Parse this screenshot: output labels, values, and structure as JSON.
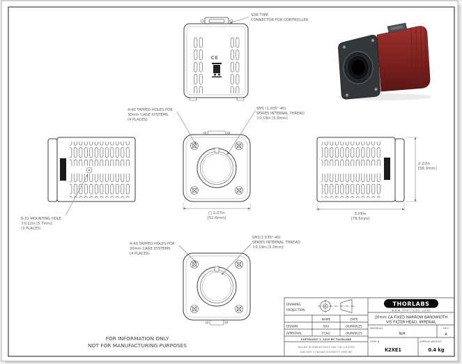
{
  "sheet": {
    "info_note_l1": "FOR INFORMATION ONLY",
    "info_note_l2": "NOT FOR MANUFACTURING PURPOSES",
    "ce_mark": "CE"
  },
  "callouts": {
    "sdr_l1": "SDR TYPE",
    "sdr_l2": "CONNECTOR FOR CONTROLLER",
    "cage_front_l1": "4-40 TAPPED HOLES FOR",
    "cage_front_l2": "30mm CAGE SYSTEMS",
    "cage_front_l3": "(4 PLACES)",
    "sm1_front_l1": "SM1 (1.035\"-40)",
    "sm1_front_l2": "SERIES INTERNAL THREAD",
    "sm1_front_l3": "↧0.19in [5.0mm]",
    "mount_l1": "8-32 MOUNTING HOLE",
    "mount_l2": "↧0.22in [5.7mm]",
    "mount_l3": "(3 PLACES)",
    "cage_bottom_l1": "4-40 TAPPED HOLES FOR",
    "cage_bottom_l2": "30mm CAGE SYSTEMS",
    "cage_bottom_l3": "(4 PLACES)",
    "sm1_bottom_l1": "SM1(1.035\"-40)",
    "sm1_bottom_l2": "SERIES INTERNAL THREAD",
    "sm1_bottom_l3": "↧0.19in [5.0mm]"
  },
  "dimensions": {
    "front_width_in": "□ 2.07in",
    "front_width_mm": "[52.6mm]",
    "height_in": "2.22in",
    "height_mm": "[56.3mm]",
    "depth_in": "3.09in",
    "depth_mm": "[78.5mm]"
  },
  "title_block": {
    "projection_l1": "DRAWING",
    "projection_l2": "PROJECTION",
    "name_header": "NAME",
    "date_header": "DATE",
    "drawn_label": "DRAWN",
    "drawn_name": "SXU",
    "drawn_date": "06/MAR/25",
    "approval_label": "APPROVAL",
    "approval_name": "FCAO",
    "approval_date": "06/MAR/25",
    "copyright": "COPYRIGHT © 2025 BY THORLABS",
    "disclaimer_l1": "VALUES IN PARENTHESIS ARE CALCULATED",
    "disclaimer_l2": "AND MAY CONTAIN ROUNDOFF ERRORS",
    "brand": "THORLABS",
    "website": "www.thorlabs.com",
    "title_l1": "20mm CA FIXED NARROW BANDWIDTH",
    "title_l2": "VIS FILTER HEAD, IMPERIAL",
    "material_label": "MATERIAL",
    "material_value": "N/A",
    "rev_label": "REV",
    "rev_value": "A",
    "item_label": "ITEM #",
    "item_value": "K2XE1",
    "weight_label": "APPROX WEIGHT",
    "weight_value": "0.4 kg"
  }
}
